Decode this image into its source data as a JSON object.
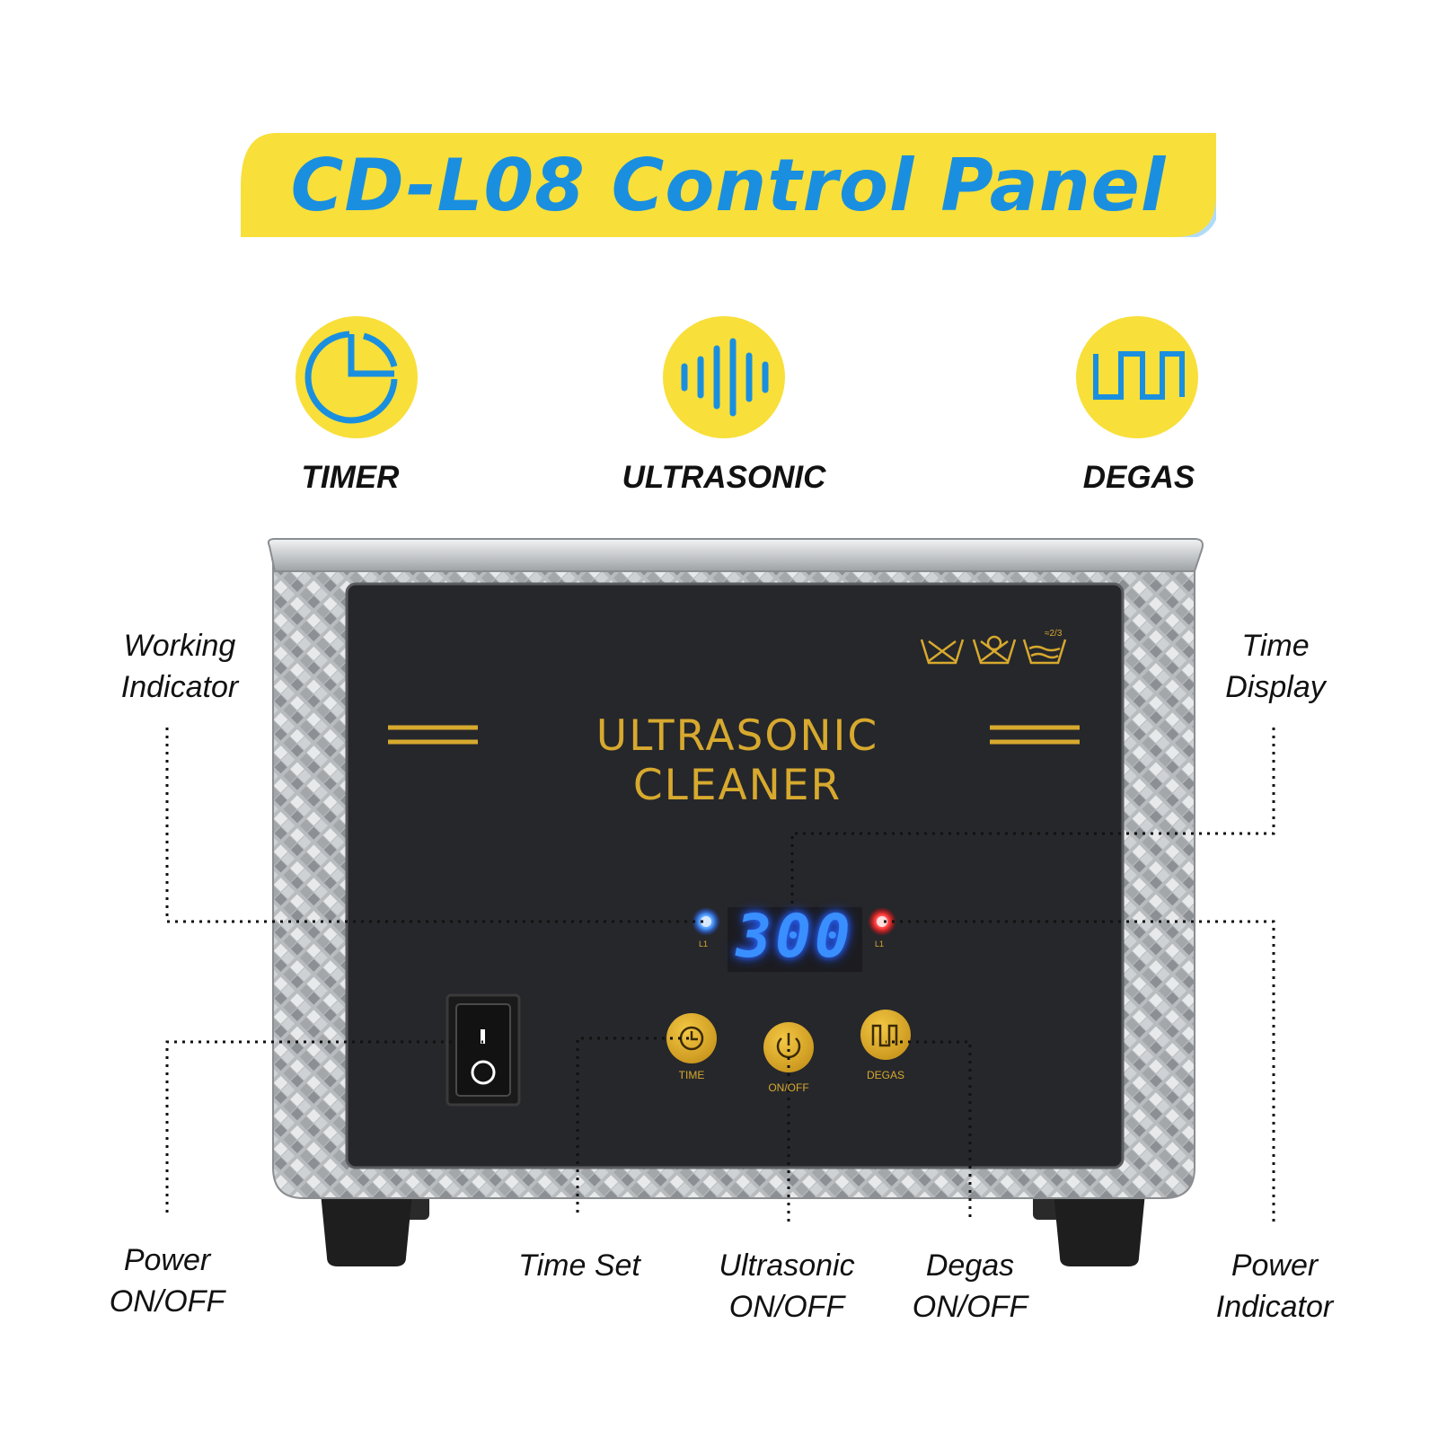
{
  "title": "CD-L08 Control Panel",
  "colors": {
    "accent_yellow": "#f8df3a",
    "accent_blue": "#1a8fe0",
    "panel_gold": "#d7a92e",
    "display_blue": "#3a8fff",
    "indicator_red": "#ff3b3b"
  },
  "features": [
    {
      "label": "TIMER",
      "icon": "timer-icon"
    },
    {
      "label": "ULTRASONIC",
      "icon": "ultrasonic-wave-icon"
    },
    {
      "label": "DEGAS",
      "icon": "square-wave-icon"
    }
  ],
  "device": {
    "panel_title": "ULTRASONIC CLEANER",
    "display_value": "300",
    "buttons": [
      {
        "label": "TIME",
        "icon": "clock-icon"
      },
      {
        "label": "ON/OFF",
        "icon": "power-icon"
      },
      {
        "label": "DEGAS",
        "icon": "square-wave-icon"
      }
    ],
    "indicator_small_label": "L1"
  },
  "callouts": {
    "working_indicator": [
      "Working",
      "Indicator"
    ],
    "time_display": [
      "Time",
      "Display"
    ],
    "power_onoff": [
      "Power",
      "ON/OFF"
    ],
    "time_set": [
      "Time Set"
    ],
    "ultrasonic_onoff": [
      "Ultrasonic",
      "ON/OFF"
    ],
    "degas_onoff": [
      "Degas",
      "ON/OFF"
    ],
    "power_indicator": [
      "Power",
      "Indicator"
    ]
  }
}
